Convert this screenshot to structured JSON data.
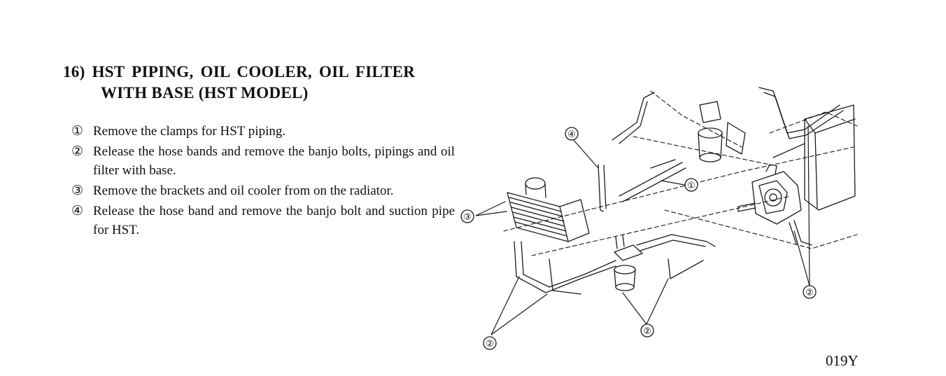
{
  "section": {
    "title_line1": "16) HST PIPING, OIL COOLER, OIL FILTER",
    "title_line2": "WITH BASE (HST MODEL)"
  },
  "steps": [
    {
      "num": "①",
      "text": "Remove the clamps for HST piping."
    },
    {
      "num": "②",
      "text": "Release the hose bands and remove the banjo bolts, pipings and oil filter with base."
    },
    {
      "num": "③",
      "text": "Remove the brackets and oil cooler from on the radiator."
    },
    {
      "num": "④",
      "text": "Release the hose band and remove the banjo bolt and suction pipe for HST."
    }
  ],
  "diagram": {
    "callouts": [
      "④",
      "①",
      "③",
      "②",
      "②",
      "②"
    ]
  },
  "figure_code": "019Y"
}
